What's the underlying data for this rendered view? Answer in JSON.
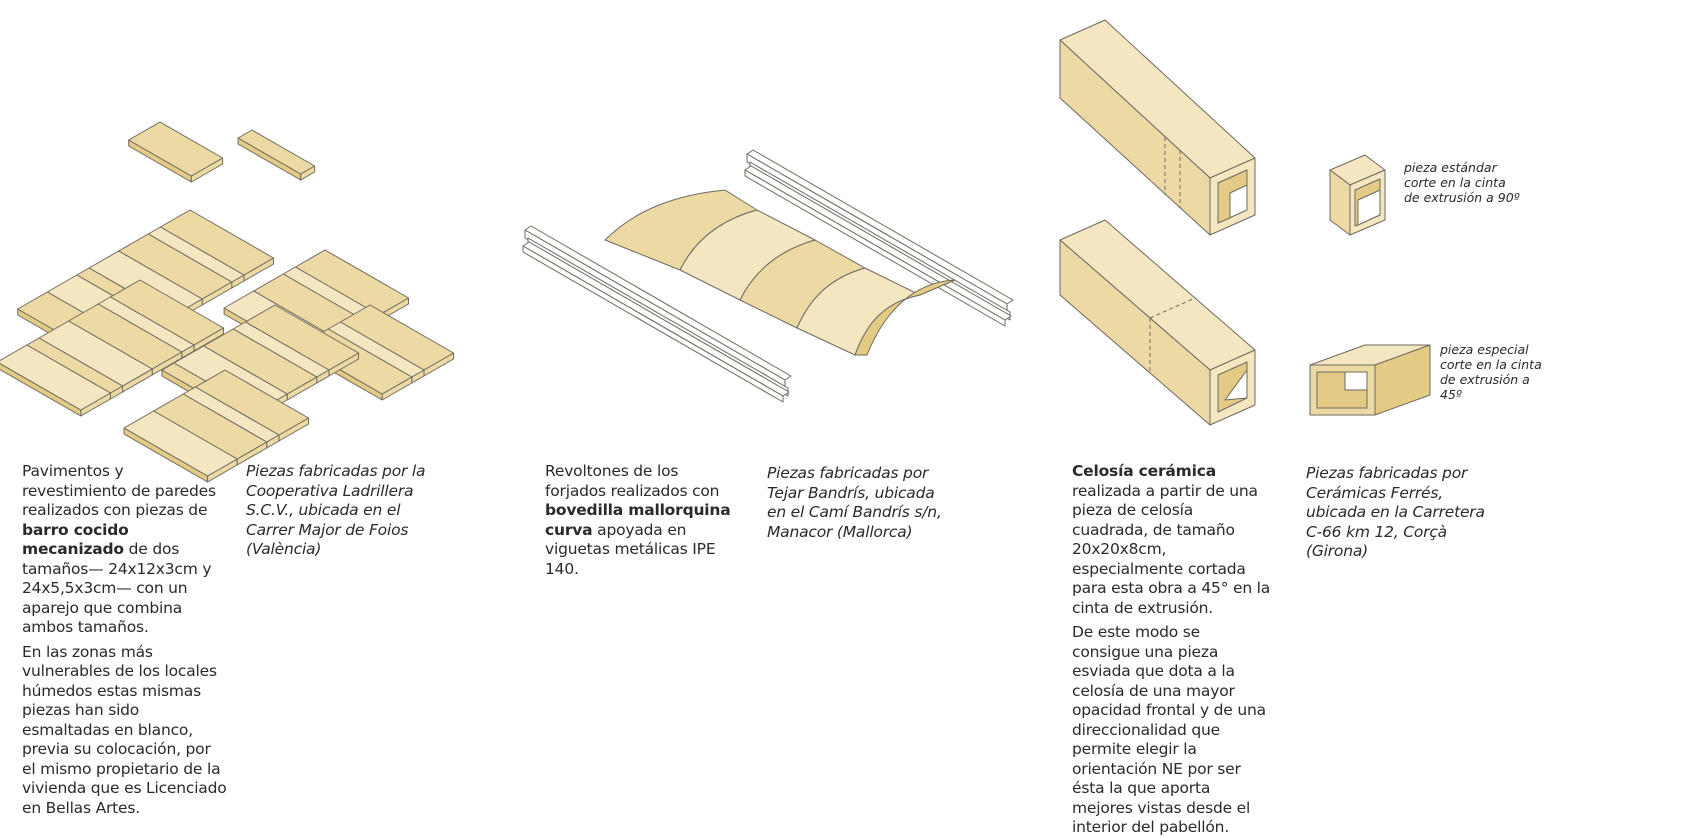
{
  "colors": {
    "top_light": "#f3e6c0",
    "top_mid": "#ecd9a3",
    "side_dark": "#e3cb85",
    "outline": "#6e6a5f",
    "metal": "#ffffff"
  },
  "section1": {
    "p1_before": "Pavimentos y revestimiento de paredes realizados con piezas de ",
    "p1_bold": "barro cocido mecanizado",
    "p1_after": " de dos tamaños— 24x12x3cm y 24x5,5x3cm— con un aparejo que combina ambos tamaños.",
    "p2": "En las zonas más vulnerables de los locales húmedos estas mismas piezas han sido esmaltadas en blanco, previa su colocación, por el mismo propietario de la vivienda que es Licenciado en Bellas Artes.",
    "credit": "Piezas fabricadas por la Cooperativa Ladrillera S.C.V., ubicada en el Carrer Major de Foios (València)"
  },
  "section2": {
    "p1_before": "Revoltones de los forjados realizados con ",
    "p1_bold": "bovedilla mallorquina curva",
    "p1_after": " apoyada en viguetas metálicas IPE 140.",
    "credit": "Piezas fabricadas por Tejar Bandrís, ubicada en el Camí Bandrís s/n, Manacor (Mallorca)"
  },
  "section3": {
    "p1_bold": "Celosía cerámica",
    "p1_after": " realizada a partir de una pieza de celosía cuadrada, de tamaño 20x20x8cm, especialmente cortada para esta obra a 45° en la cinta de extrusión.",
    "p2": "De este modo se consigue una pieza esviada que dota a la celosía de una mayor opacidad frontal y de una direccionalidad que permite elegir la orientación NE por ser ésta la que aporta mejores vistas desde el interior del pabellón.",
    "credit": "Piezas fabricadas por Cerámicas Ferrés, ubicada en la Carretera C-66 km 12, Corçà (Girona)",
    "note_standard": "pieza estándar corte en la cinta de extrusión a 90º",
    "note_special": "pieza especial corte en la cinta de extrusión a 45º"
  }
}
